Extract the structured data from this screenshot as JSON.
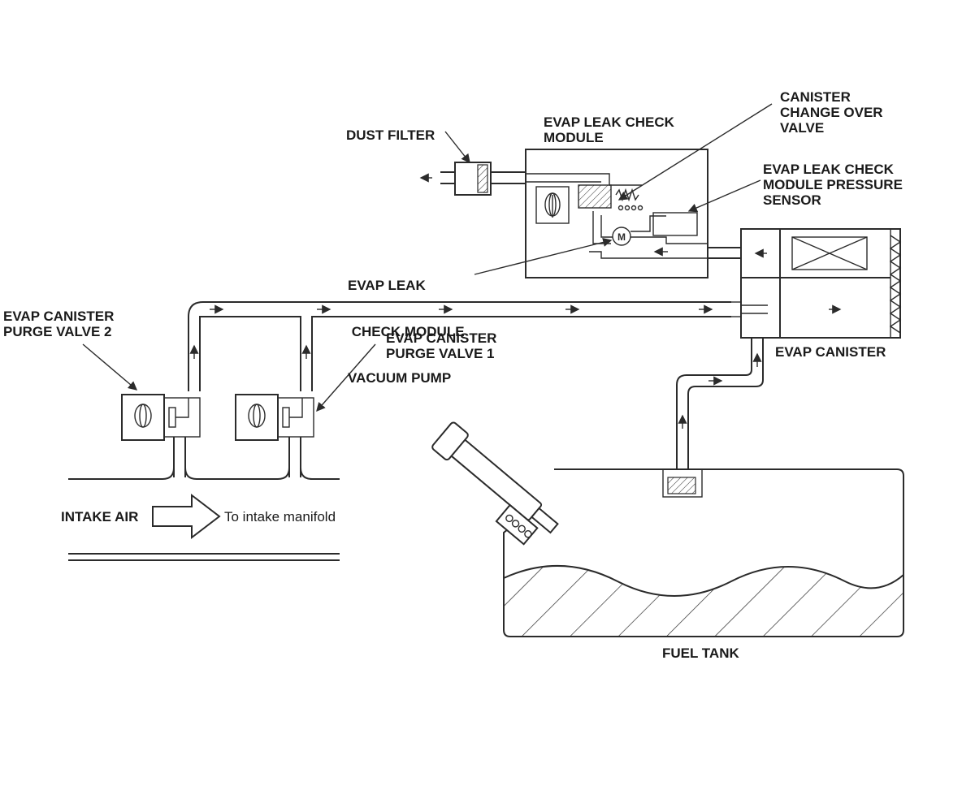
{
  "labels": {
    "canister_change_over_valve": [
      "CANISTER",
      "CHANGE OVER",
      "VALVE"
    ],
    "evap_leak_check_module": [
      "EVAP LEAK CHECK",
      "MODULE"
    ],
    "dust_filter": "DUST FILTER",
    "pressure_sensor": [
      "EVAP LEAK CHECK",
      "MODULE PRESSURE",
      "SENSOR"
    ],
    "vacuum_pump": [
      "EVAP LEAK",
      " CHECK MODULE",
      "VACUUM PUMP"
    ],
    "purge_valve_2": [
      "EVAP CANISTER",
      "PURGE VALVE 2"
    ],
    "purge_valve_1": [
      "EVAP CANISTER",
      "PURGE VALVE 1"
    ],
    "evap_canister": "EVAP CANISTER",
    "intake_air": "INTAKE AIR",
    "to_intake_manifold": "To intake manifold",
    "fuel_tank": "FUEL TANK"
  }
}
